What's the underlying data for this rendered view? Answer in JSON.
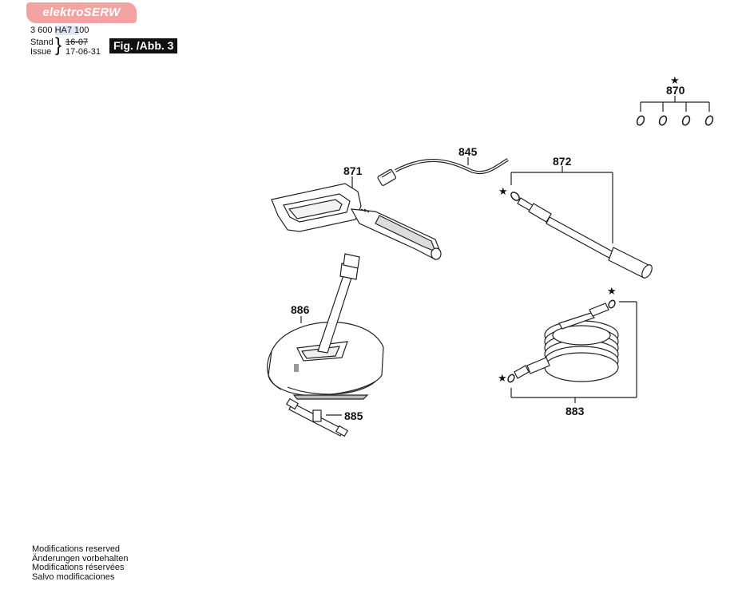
{
  "header": {
    "logo_text": "elektroSERW",
    "part_code_prefix": "3 600 ",
    "part_code_highlight": "HA7 1",
    "part_code_suffix": "00",
    "stand_label": "Stand",
    "issue_label": "Issue",
    "old_date": "16-07",
    "new_date": "17-06-31",
    "figure_label": "Fig. /Abb. 3"
  },
  "parts": {
    "p870": "870",
    "p845": "845",
    "p871": "871",
    "p872": "872",
    "p886": "886",
    "p883": "883",
    "p885": "885"
  },
  "symbols": {
    "star": "★"
  },
  "footer": {
    "line1": "Modifications reserved",
    "line2": "Änderungen vorbehalten",
    "line3": "Modifications réservées",
    "line4": "Salvo modificaciones"
  }
}
